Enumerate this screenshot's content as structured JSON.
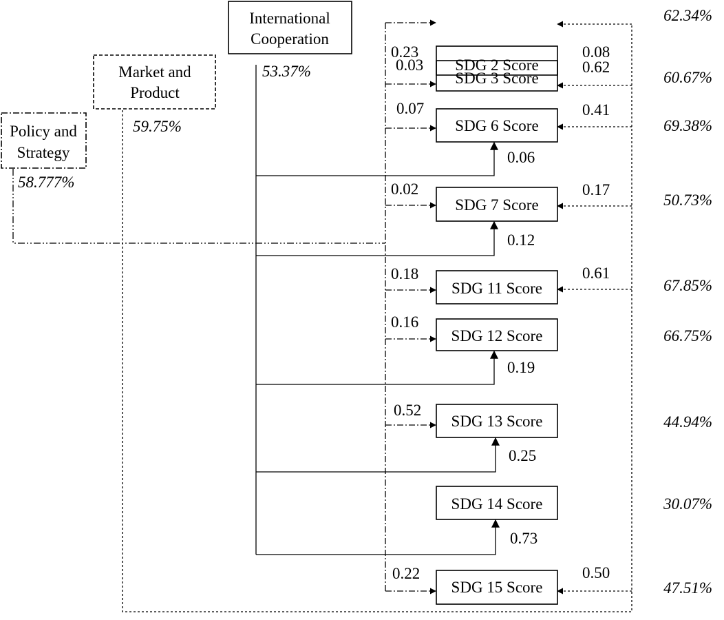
{
  "sources": {
    "international_cooperation": {
      "line1": "International",
      "line2": "Cooperation",
      "pct": "53.37%"
    },
    "market_and_product": {
      "line1": "Market and",
      "line2": "Product",
      "pct": "59.75%"
    },
    "policy_and_strategy": {
      "line1": "Policy and",
      "line2": "Strategy",
      "pct": "58.777%"
    }
  },
  "targets": {
    "sdg2": {
      "label": "SDG 2 Score",
      "pct": "62.34%",
      "w_policy": "0.23",
      "w_market": "0.08"
    },
    "sdg3": {
      "label": "SDG 3 Score",
      "pct": "60.67%",
      "w_policy": "0.03",
      "w_market": "0.62"
    },
    "sdg6": {
      "label": "SDG 6 Score",
      "pct": "69.38%",
      "w_policy": "0.07",
      "w_market": "0.41",
      "w_intl": "0.06"
    },
    "sdg7": {
      "label": "SDG 7 Score",
      "pct": "50.73%",
      "w_policy": "0.02",
      "w_market": "0.17",
      "w_intl": "0.12"
    },
    "sdg11": {
      "label": "SDG 11 Score",
      "pct": "67.85%",
      "w_policy": "0.18",
      "w_market": "0.61"
    },
    "sdg12": {
      "label": "SDG 12 Score",
      "pct": "66.75%",
      "w_policy": "0.16",
      "w_intl": "0.19"
    },
    "sdg13": {
      "label": "SDG 13 Score",
      "pct": "44.94%",
      "w_policy": "0.52",
      "w_intl": "0.25"
    },
    "sdg14": {
      "label": "SDG 14 Score",
      "pct": "30.07%",
      "w_intl": "0.73"
    },
    "sdg15": {
      "label": "SDG 15 Score",
      "pct": "47.51%",
      "w_policy": "0.22",
      "w_market": "0.50"
    }
  }
}
